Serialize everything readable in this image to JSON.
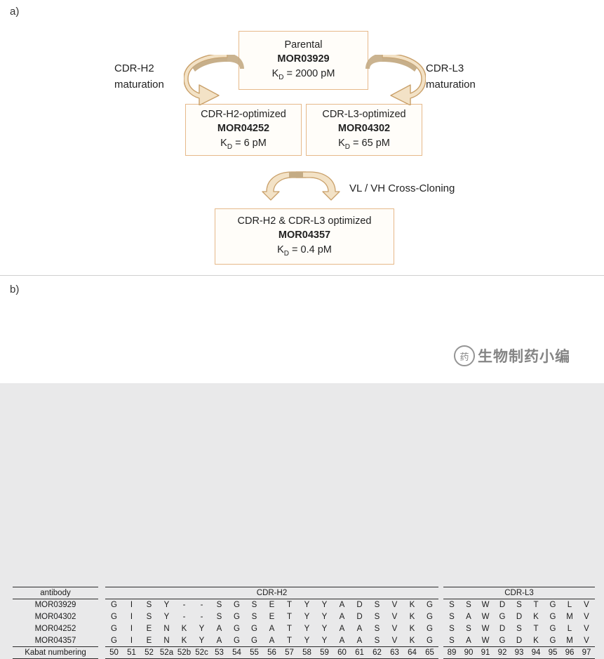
{
  "panels": {
    "a_label": "a)",
    "b_label": "b)"
  },
  "diagram": {
    "parental": {
      "caption": "Parental",
      "name": "MOR03929",
      "kd_prefix": "K",
      "kd_sub": "D",
      "kd_value": " = 2000 pM"
    },
    "h2_optimized": {
      "caption": "CDR-H2-optimized",
      "name": "MOR04252",
      "kd_prefix": "K",
      "kd_sub": "D",
      "kd_value": " = 6 pM"
    },
    "l3_optimized": {
      "caption": "CDR-L3-optimized",
      "name": "MOR04302",
      "kd_prefix": "K",
      "kd_sub": "D",
      "kd_value": " = 65 pM"
    },
    "both_optimized": {
      "caption": "CDR-H2 & CDR-L3 optimized",
      "name": "MOR04357",
      "kd_prefix": "K",
      "kd_sub": "D",
      "kd_value": " = 0.4 pM"
    },
    "arrow_labels": {
      "left_line1": "CDR-H2",
      "left_line2": "maturation",
      "right_line1": "CDR-L3",
      "right_line2": "maturation",
      "middle": "VL / VH Cross-Cloning"
    },
    "colors": {
      "box_border": "#e6b98a",
      "arrow_fill": "#f3e2c6",
      "arrow_stroke": "#c9a06a",
      "arrow_dark": "#c4ab84"
    }
  },
  "table": {
    "antibody_header": "antibody",
    "kabat_header": "Kabat numbering",
    "antibodies": [
      "MOR03929",
      "MOR04302",
      "MOR04252",
      "MOR04357"
    ],
    "cdr_h2": {
      "title": "CDR-H2",
      "kabat": [
        "50",
        "51",
        "52",
        "52a",
        "52b",
        "52c",
        "53",
        "54",
        "55",
        "56",
        "57",
        "58",
        "59",
        "60",
        "61",
        "62",
        "63",
        "64",
        "65"
      ],
      "rows": [
        [
          "G",
          "I",
          "S",
          "Y",
          "-",
          "-",
          "S",
          "G",
          "S",
          "E",
          "T",
          "Y",
          "Y",
          "A",
          "D",
          "S",
          "V",
          "K",
          "G"
        ],
        [
          "G",
          "I",
          "S",
          "Y",
          "-",
          "-",
          "S",
          "G",
          "S",
          "E",
          "T",
          "Y",
          "Y",
          "A",
          "D",
          "S",
          "V",
          "K",
          "G"
        ],
        [
          "G",
          "I",
          "E",
          "N",
          "K",
          "Y",
          "A",
          "G",
          "G",
          "A",
          "T",
          "Y",
          "Y",
          "A",
          "A",
          "S",
          "V",
          "K",
          "G"
        ],
        [
          "G",
          "I",
          "E",
          "N",
          "K",
          "Y",
          "A",
          "G",
          "G",
          "A",
          "T",
          "Y",
          "Y",
          "A",
          "A",
          "S",
          "V",
          "K",
          "G"
        ]
      ]
    },
    "cdr_l3": {
      "title": "CDR-L3",
      "kabat": [
        "89",
        "90",
        "91",
        "92",
        "93",
        "94",
        "95",
        "96",
        "97"
      ],
      "rows": [
        [
          "S",
          "S",
          "W",
          "D",
          "S",
          "T",
          "G",
          "L",
          "V"
        ],
        [
          "S",
          "A",
          "W",
          "G",
          "D",
          "K",
          "G",
          "M",
          "V"
        ],
        [
          "S",
          "S",
          "W",
          "D",
          "S",
          "T",
          "G",
          "L",
          "V"
        ],
        [
          "S",
          "A",
          "W",
          "G",
          "D",
          "K",
          "G",
          "M",
          "V"
        ]
      ]
    }
  },
  "watermark": {
    "text": "生物制药小编",
    "mark": "药"
  }
}
